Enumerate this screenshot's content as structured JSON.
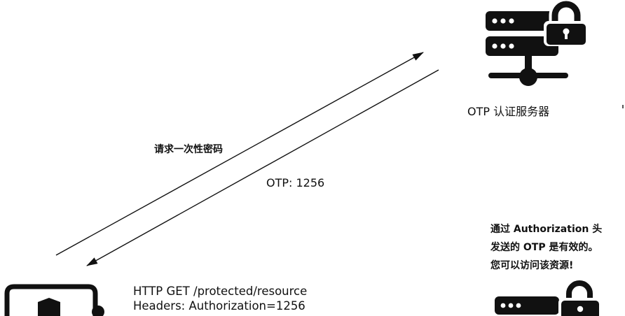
{
  "otp_server": {
    "label": "OTP 认证服务器",
    "icon": "server-lock-icon"
  },
  "arrows": {
    "request_label": "请求一次性密码",
    "response_label": "OTP: 1256"
  },
  "http_request": {
    "line1": "HTTP GET /protected/resource",
    "line2": "Headers: Authorization=1256"
  },
  "result_note": {
    "line1": "通过 Authorization 头",
    "line2": "发送的 OTP 是有效的。",
    "line3": "您可以访问该资源!"
  },
  "colors": {
    "ink": "#111111",
    "background": "#ffffff"
  }
}
